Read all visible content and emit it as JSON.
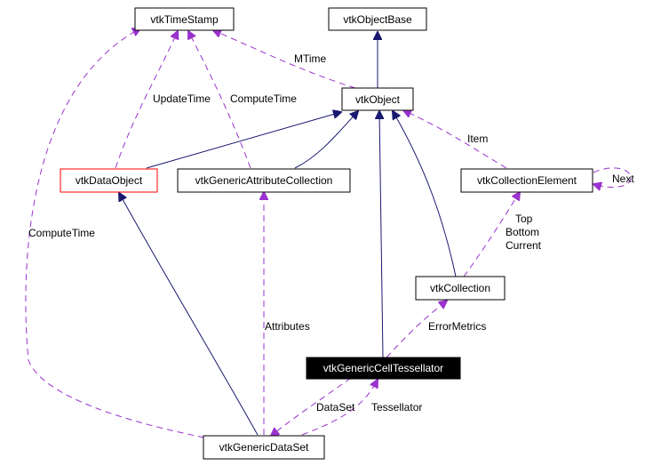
{
  "colors": {
    "inheritance_edge": "#191970",
    "usage_edge": "#9a32cd",
    "highlight_border": "#ff0000",
    "focus_fill": "#000000"
  },
  "nodes": {
    "time_stamp": "vtkTimeStamp",
    "object_base": "vtkObjectBase",
    "object": "vtkObject",
    "data_object": "vtkDataObject",
    "generic_attribute_collection": "vtkGenericAttributeCollection",
    "collection_element": "vtkCollectionElement",
    "collection": "vtkCollection",
    "generic_cell_tessellator": "vtkGenericCellTessellator",
    "generic_data_set": "vtkGenericDataSet"
  },
  "edge_labels": {
    "mtime": "MTime",
    "update_time": "UpdateTime",
    "compute_time_attr": "ComputeTime",
    "compute_time_dataset": "ComputeTime",
    "item": "Item",
    "next": "Next",
    "top": "Top",
    "bottom": "Bottom",
    "current": "Current",
    "attributes": "Attributes",
    "error_metrics": "ErrorMetrics",
    "data_set": "DataSet",
    "tessellator": "Tessellator"
  }
}
